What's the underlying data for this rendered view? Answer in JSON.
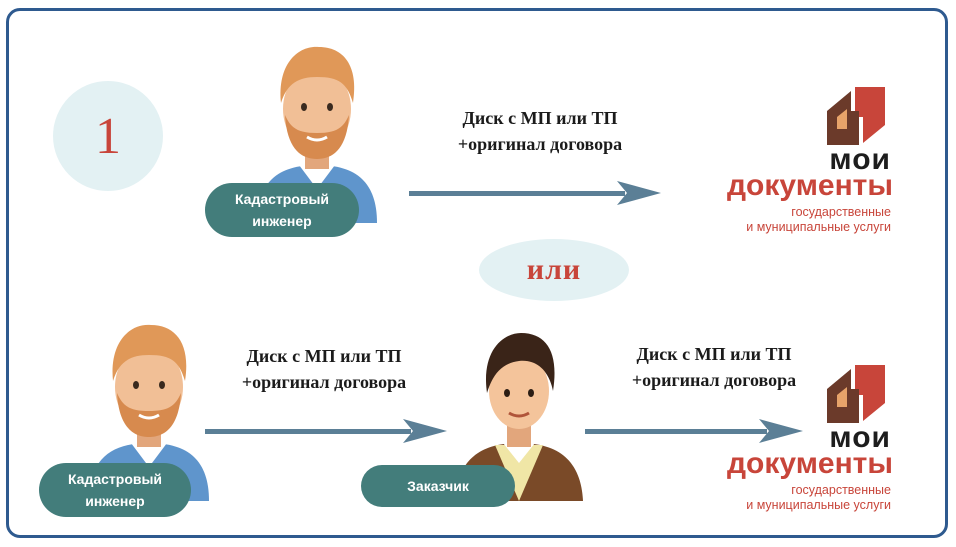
{
  "step": {
    "number": "1"
  },
  "or_label": "или",
  "roles": {
    "engineer": "Кадастровый\nинженер",
    "customer": "Заказчик"
  },
  "transfer": {
    "line1": "Диск с МП или ТП",
    "line2": "+оригинал договора"
  },
  "logo": {
    "word1": "мои",
    "word2": "документы",
    "sub1": "государственные",
    "sub2": "и муниципальные услуги"
  },
  "colors": {
    "frame": "#2e5a8f",
    "badge": "#437d7b",
    "accent_red": "#c8453a",
    "arrow": "#5b7f96",
    "circle_bg": "#e3f1f3"
  },
  "icons": [
    "bearded-man-icon",
    "customer-man-icon",
    "arrow-right-icon",
    "moi-dokumenty-logo-icon"
  ]
}
